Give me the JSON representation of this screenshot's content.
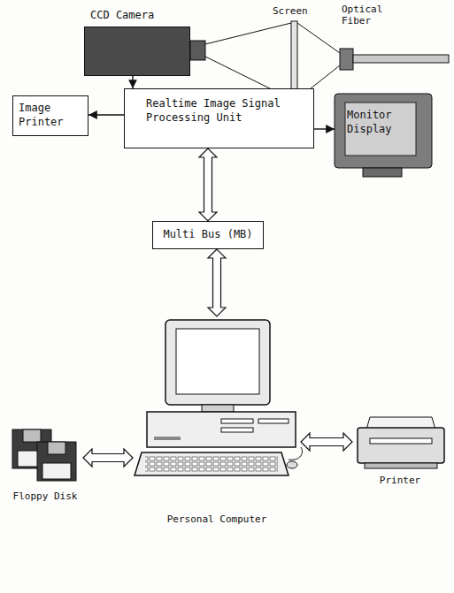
{
  "diagram": {
    "nodes": [
      {
        "text": [
          "CCD Camera"
        ]
      },
      {
        "text": [
          "Realtime Image Signal Processing Unit"
        ]
      },
      {
        "text": [
          "Image Printer"
        ]
      },
      {
        "text": [
          "Monitor Display"
        ]
      },
      {
        "text": [
          "Multi Bus (MB)"
        ]
      },
      {
        "text": [
          "Floppy Disk"
        ]
      },
      {
        "text": [
          "Personal Computer"
        ]
      },
      {
        "text": [
          "Printer"
        ]
      }
    ],
    "edges": [
      {
        "from": 0,
        "to": 1,
        "arrow": "to"
      },
      {
        "from": 1,
        "to": 2,
        "arrow": "to"
      },
      {
        "from": 1,
        "to": 3,
        "arrow": "to"
      },
      {
        "from": 1,
        "to": 4,
        "arrow": "both"
      },
      {
        "from": 4,
        "to": 6,
        "arrow": "both"
      },
      {
        "from": 5,
        "to": 6,
        "arrow": "both"
      },
      {
        "from": 6,
        "to": 7,
        "arrow": "both"
      }
    ],
    "labels": [
      "Screen",
      "Optical Fiber"
    ]
  }
}
